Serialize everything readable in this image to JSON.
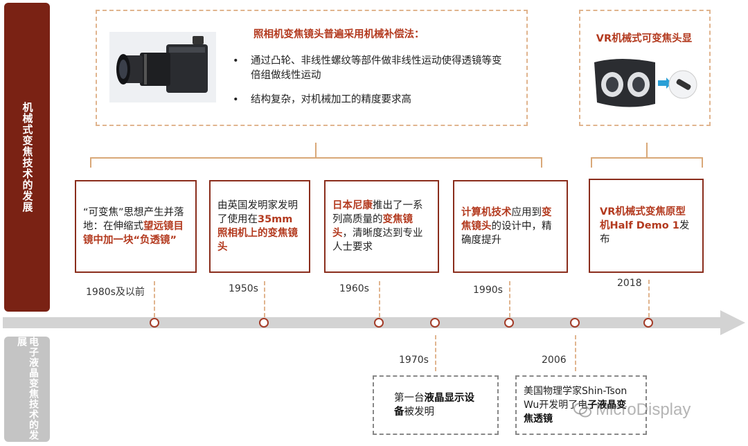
{
  "sections": {
    "mechanical_label": "机械式变焦技术的发展",
    "lc_label": "电子液晶变焦技术的发展"
  },
  "top_box": {
    "title": "照相机变焦镜头普遍采用机械补偿法：",
    "bullets": [
      "通过凸轮、非线性螺纹等部件做非线性运动使得透镜等变倍组做线性运动",
      "结构复杂，对机械加工的精度要求高"
    ]
  },
  "vr_box": {
    "title": "VR机械式可变焦头显"
  },
  "milestones_top": [
    {
      "year": "1980s及以前",
      "parts": [
        {
          "t": "“可变焦”思想产生并落地：在伸缩式",
          "h": false
        },
        {
          "t": "望远镜目镜中加一块“负透镜”",
          "h": true
        }
      ]
    },
    {
      "year": "1950s",
      "parts": [
        {
          "t": "由英国发明家发明了使用在",
          "h": false
        },
        {
          "t": "35mm照相机上的变焦镜头",
          "h": true
        }
      ]
    },
    {
      "year": "1960s",
      "parts": [
        {
          "t": "日本尼康",
          "h": true
        },
        {
          "t": "推出了一系列高质量的",
          "h": false
        },
        {
          "t": "变焦镜头",
          "h": true
        },
        {
          "t": "，清晰度达到专业人士要求",
          "h": false
        }
      ]
    },
    {
      "year": "1990s",
      "parts": [
        {
          "t": "计算机技术",
          "h": true
        },
        {
          "t": "应用到",
          "h": false
        },
        {
          "t": "变焦镜头",
          "h": true
        },
        {
          "t": "的设计中，精确度提升",
          "h": false
        }
      ]
    },
    {
      "year": "2018",
      "parts": [
        {
          "t": "VR机械式变焦原型机Half Demo 1",
          "h": true
        },
        {
          "t": "发布",
          "h": false
        }
      ]
    }
  ],
  "milestones_bottom": [
    {
      "year": "1970s",
      "parts": [
        {
          "t": "第一台",
          "h": false
        },
        {
          "t": "液晶显示设备",
          "h": true
        },
        {
          "t": "被发明",
          "h": false
        }
      ]
    },
    {
      "year": "2006",
      "parts": [
        {
          "t": "美国物理学家Shin-Tson Wu开发明了电",
          "h": false
        },
        {
          "t": "子液晶变焦透镜",
          "h": true
        }
      ]
    }
  ],
  "watermark": "MicroDisplay",
  "colors": {
    "brown": "#7a2214",
    "accent": "#b33a1f",
    "dash": "#e0b48e",
    "arrow": "#d3d3d3",
    "grey_tag": "#c4c4c4"
  }
}
